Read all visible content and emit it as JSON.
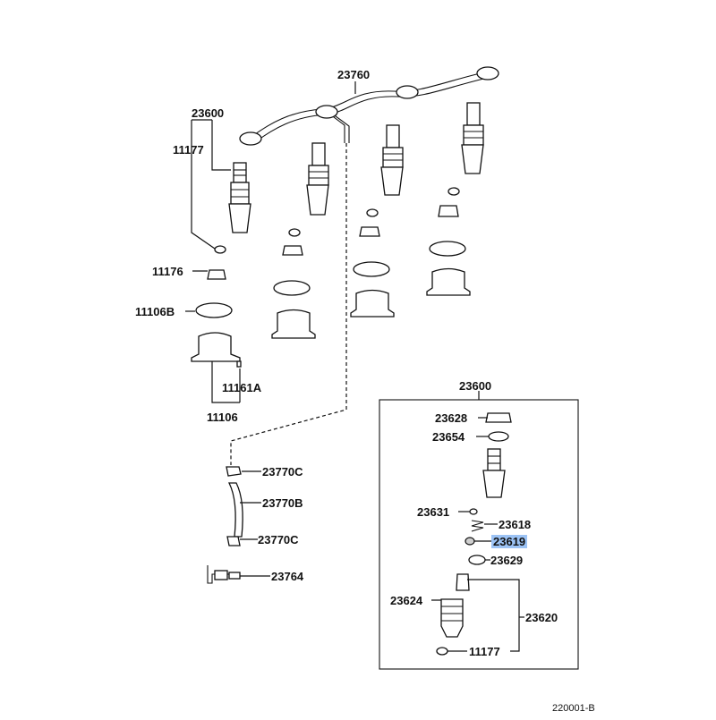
{
  "labels": {
    "p23760": "23760",
    "p23600_top": "23600",
    "p11177_top": "11177",
    "p11176": "11176",
    "p11106B": "11106B",
    "p11161A": "11161A",
    "p11106": "11106",
    "p23600_box": "23600",
    "p23628": "23628",
    "p23654": "23654",
    "p23631": "23631",
    "p23618": "23618",
    "p23619": "23619",
    "p23629": "23629",
    "p23624": "23624",
    "p23620": "23620",
    "p11177_box": "11177",
    "p23770C_a": "23770C",
    "p23770B": "23770B",
    "p23770C_b": "23770C",
    "p23764": "23764"
  },
  "highlight": {
    "part": "23619",
    "color": "#9cc3f5"
  },
  "footer": {
    "diagram_code": "220001-B"
  }
}
